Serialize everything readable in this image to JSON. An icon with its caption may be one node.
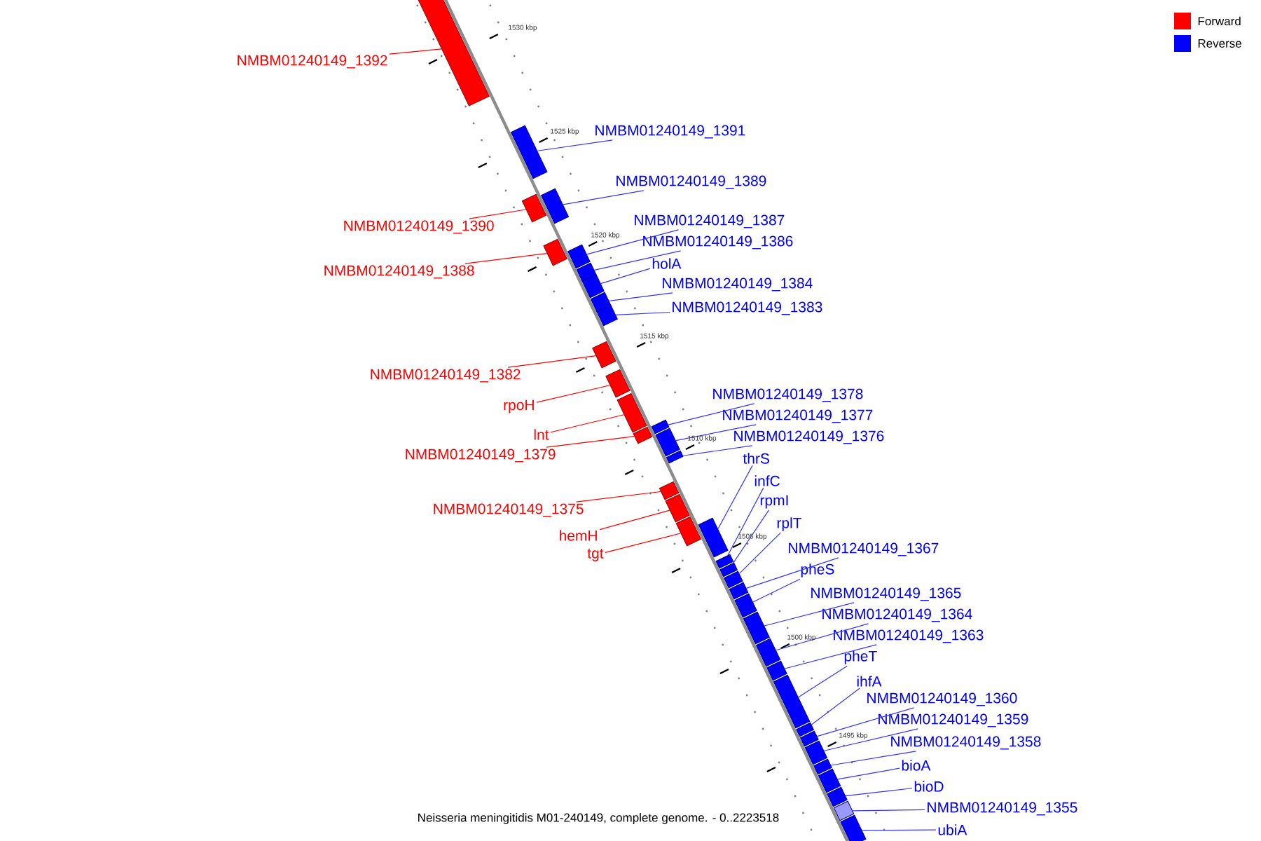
{
  "diagram": {
    "caption": "Neisseria meningitidis M01-240149, complete genome. - 0..2223518",
    "nodes": [
      {
        "text": [
          "NMBM01240149_1392"
        ]
      },
      {
        "text": [],
        "shape": "box"
      },
      {
        "text": [
          "NMBM01240149_1391"
        ]
      },
      {
        "text": [],
        "shape": "box"
      },
      {
        "text": [
          "NMBM01240149_1389"
        ]
      },
      {
        "text": [],
        "shape": "box"
      },
      {
        "text": [
          "NMBM01240149_1387"
        ]
      },
      {
        "text": [],
        "shape": "box"
      },
      {
        "text": [
          "NMBM01240149_1390"
        ]
      },
      {
        "text": [],
        "shape": "box"
      },
      {
        "text": [
          "NMBM01240149_1386"
        ]
      },
      {
        "text": [],
        "shape": "box"
      },
      {
        "text": [
          "holA"
        ]
      },
      {
        "text": [],
        "shape": "box"
      },
      {
        "text": [
          "NMBM01240149_1388"
        ]
      },
      {
        "text": [],
        "shape": "box"
      },
      {
        "text": [
          "NMBM01240149_1384"
        ]
      },
      {
        "text": [],
        "shape": "box"
      },
      {
        "text": [
          "NMBM01240149_1383"
        ]
      },
      {
        "text": [],
        "shape": "box"
      },
      {
        "text": [
          "NMBM01240149_1382"
        ]
      },
      {
        "text": [],
        "shape": "box"
      },
      {
        "text": [
          "NMBM01240149_1378"
        ]
      },
      {
        "text": [],
        "shape": "box"
      },
      {
        "text": [
          "rpoH"
        ]
      },
      {
        "text": [],
        "shape": "box"
      },
      {
        "text": [
          "NMBM01240149_1377"
        ]
      },
      {
        "text": [],
        "shape": "box"
      },
      {
        "text": [
          "lnt"
        ]
      },
      {
        "text": [],
        "shape": "box"
      },
      {
        "text": [
          "NMBM01240149_1376"
        ]
      },
      {
        "text": [],
        "shape": "box"
      },
      {
        "text": [
          "NMBM01240149_1379"
        ]
      },
      {
        "text": [],
        "shape": "box"
      },
      {
        "text": [
          "thrS"
        ]
      },
      {
        "text": [],
        "shape": "box"
      },
      {
        "text": [
          "infC"
        ]
      },
      {
        "text": [],
        "shape": "box"
      },
      {
        "text": [
          "rpmI"
        ]
      },
      {
        "text": [],
        "shape": "box"
      },
      {
        "text": [
          "NMBM01240149_1375"
        ]
      },
      {
        "text": [],
        "shape": "box"
      },
      {
        "text": [
          "rplT"
        ]
      },
      {
        "text": [],
        "shape": "box"
      },
      {
        "text": [
          "hemH"
        ]
      },
      {
        "text": [],
        "shape": "box"
      },
      {
        "text": [
          "NMBM01240149_1367"
        ]
      },
      {
        "text": [],
        "shape": "box"
      },
      {
        "text": [
          "tgt"
        ]
      },
      {
        "text": [],
        "shape": "box"
      },
      {
        "text": [
          "pheS"
        ]
      },
      {
        "text": [],
        "shape": "box"
      },
      {
        "text": [
          "NMBM01240149_1365"
        ]
      },
      {
        "text": [],
        "shape": "box"
      },
      {
        "text": [
          "NMBM01240149_1364"
        ]
      },
      {
        "text": [],
        "shape": "box"
      },
      {
        "text": [
          "NMBM01240149_1363"
        ]
      },
      {
        "text": [],
        "shape": "box"
      },
      {
        "text": [
          "pheT"
        ]
      },
      {
        "text": [],
        "shape": "box"
      },
      {
        "text": [
          "ihfA"
        ]
      },
      {
        "text": [],
        "shape": "box"
      },
      {
        "text": [
          "NMBM01240149_1360"
        ]
      },
      {
        "text": [],
        "shape": "box"
      },
      {
        "text": [
          "NMBM01240149_1359"
        ]
      },
      {
        "text": [],
        "shape": "box"
      },
      {
        "text": [
          "NMBM01240149_1358"
        ]
      },
      {
        "text": [],
        "shape": "box"
      },
      {
        "text": [
          "bioA"
        ]
      },
      {
        "text": [],
        "shape": "box"
      },
      {
        "text": [
          "bioD"
        ]
      },
      {
        "text": [],
        "shape": "box"
      },
      {
        "text": [
          "NMBM01240149_1355"
        ]
      },
      {
        "text": [],
        "shape": "box"
      },
      {
        "text": [
          "ubiA"
        ]
      },
      {
        "text": [],
        "shape": "box"
      }
    ],
    "edges": [
      {
        "from": 0,
        "to": 1,
        "arrow": "none",
        "color": "#ff0000"
      },
      {
        "from": 2,
        "to": 3,
        "arrow": "none"
      },
      {
        "from": 4,
        "to": 5,
        "arrow": "none"
      },
      {
        "from": 6,
        "to": 7,
        "arrow": "none"
      },
      {
        "from": 8,
        "to": 9,
        "arrow": "none",
        "color": "#ff0000"
      },
      {
        "from": 10,
        "to": 11,
        "arrow": "none"
      },
      {
        "from": 12,
        "to": 13,
        "arrow": "none"
      },
      {
        "from": 14,
        "to": 15,
        "arrow": "none",
        "color": "#ff0000"
      },
      {
        "from": 16,
        "to": 17,
        "arrow": "none"
      },
      {
        "from": 18,
        "to": 19,
        "arrow": "none"
      },
      {
        "from": 20,
        "to": 21,
        "arrow": "none",
        "color": "#ff0000"
      },
      {
        "from": 22,
        "to": 23,
        "arrow": "none"
      },
      {
        "from": 24,
        "to": 25,
        "arrow": "none",
        "color": "#ff0000"
      },
      {
        "from": 26,
        "to": 27,
        "arrow": "none"
      },
      {
        "from": 28,
        "to": 29,
        "arrow": "none",
        "color": "#ff0000"
      },
      {
        "from": 30,
        "to": 31,
        "arrow": "none"
      },
      {
        "from": 32,
        "to": 33,
        "arrow": "none",
        "color": "#ff0000"
      },
      {
        "from": 34,
        "to": 35,
        "arrow": "none"
      },
      {
        "from": 36,
        "to": 37,
        "arrow": "none"
      },
      {
        "from": 38,
        "to": 39,
        "arrow": "none"
      },
      {
        "from": 40,
        "to": 41,
        "arrow": "none",
        "color": "#ff0000"
      },
      {
        "from": 42,
        "to": 43,
        "arrow": "none"
      },
      {
        "from": 44,
        "to": 45,
        "arrow": "none",
        "color": "#ff0000"
      },
      {
        "from": 46,
        "to": 47,
        "arrow": "none"
      },
      {
        "from": 48,
        "to": 49,
        "arrow": "none",
        "color": "#ff0000"
      },
      {
        "from": 50,
        "to": 51,
        "arrow": "none"
      },
      {
        "from": 52,
        "to": 53,
        "arrow": "none"
      },
      {
        "from": 54,
        "to": 55,
        "arrow": "none"
      },
      {
        "from": 56,
        "to": 57,
        "arrow": "none"
      },
      {
        "from": 58,
        "to": 59,
        "arrow": "none"
      },
      {
        "from": 60,
        "to": 61,
        "arrow": "none"
      },
      {
        "from": 62,
        "to": 63,
        "arrow": "none"
      },
      {
        "from": 64,
        "to": 65,
        "arrow": "none"
      },
      {
        "from": 66,
        "to": 67,
        "arrow": "none"
      },
      {
        "from": 68,
        "to": 69,
        "arrow": "none"
      },
      {
        "from": 70,
        "to": 71,
        "arrow": "none"
      },
      {
        "from": 72,
        "to": 73,
        "arrow": "none"
      },
      {
        "from": 74,
        "to": 75,
        "arrow": "none"
      }
    ],
    "labels": [
      "1530 kbp",
      "1525 kbp",
      "1520 kbp",
      "1515 kbp",
      "1510 kbp",
      "1505 kbp",
      "1500 kbp",
      "1495 kbp"
    ],
    "legend": [
      {
        "text": "Forward",
        "color": "#ff0000"
      },
      {
        "text": "Reverse",
        "color": "#0000ff"
      }
    ]
  }
}
